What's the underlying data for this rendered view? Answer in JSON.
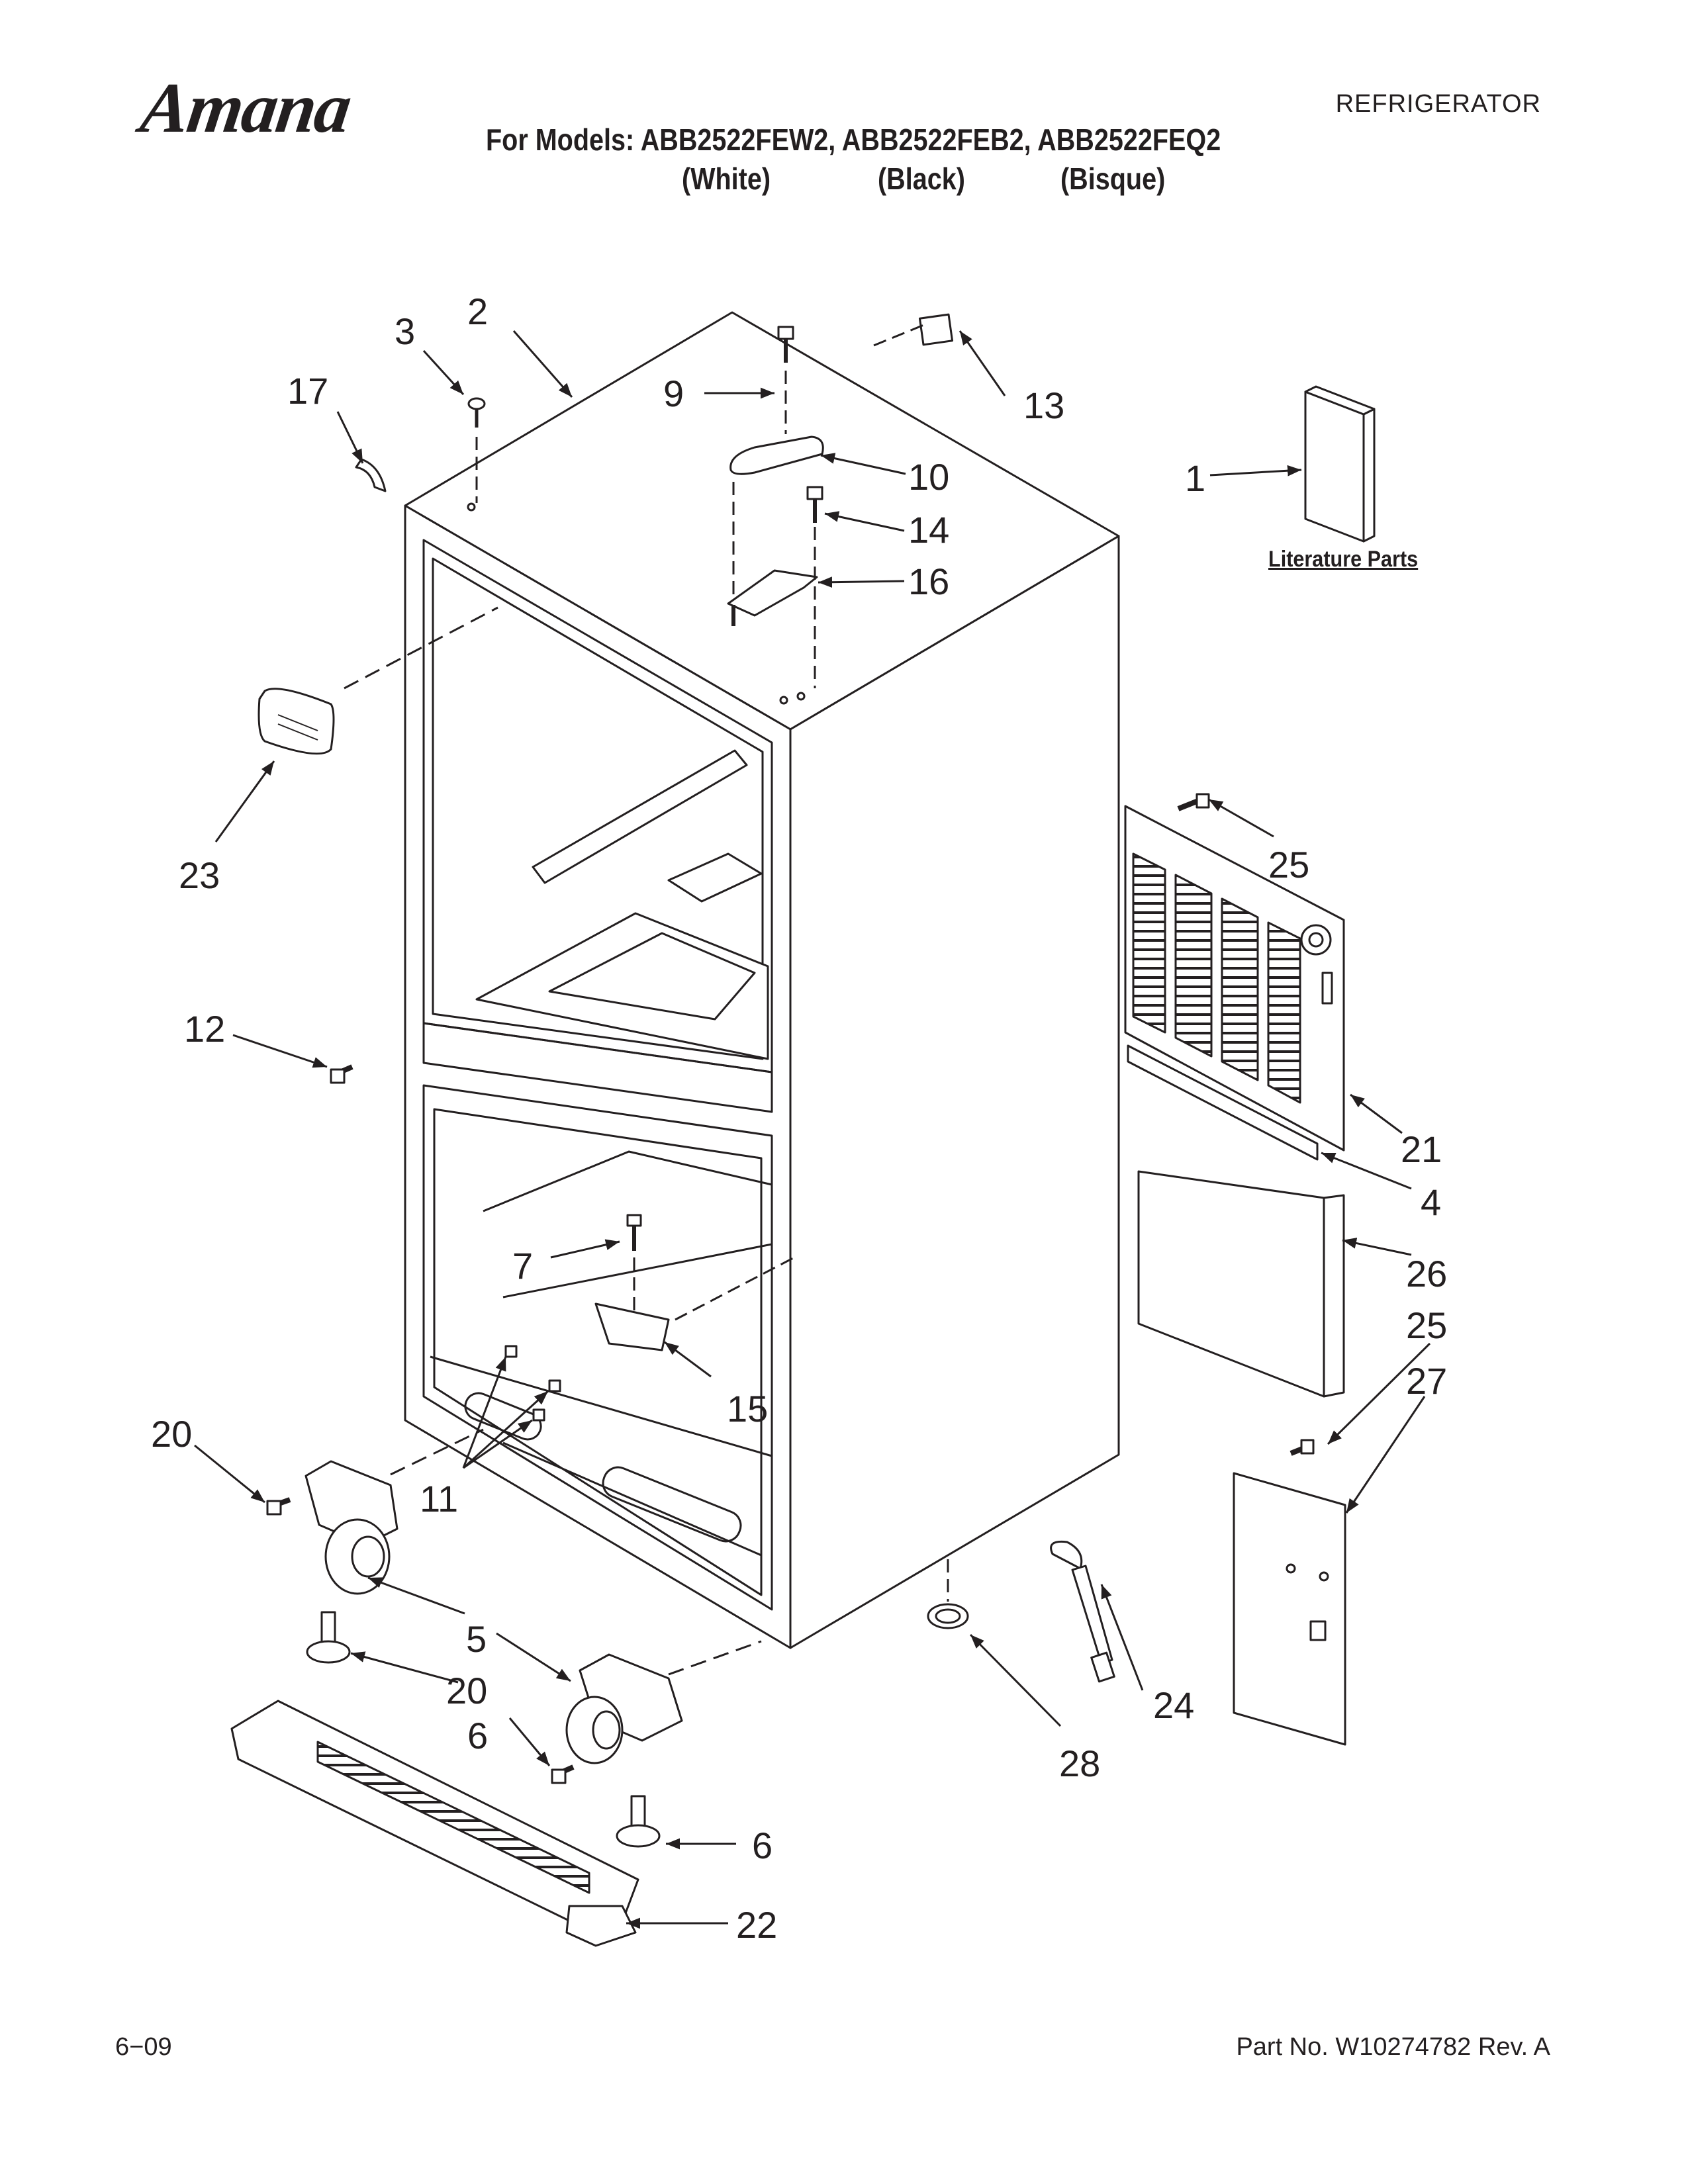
{
  "header": {
    "brand": "Amana",
    "models_line": "For Models: ABB2522FEW2, ABB2522FEB2, ABB2522FEQ2",
    "colors": [
      "(White)",
      "(Black)",
      "(Bisque)"
    ],
    "doc_type": "REFRIGERATOR"
  },
  "literature": {
    "label": "Literature Parts"
  },
  "callouts": {
    "c1": "1",
    "c2": "2",
    "c3": "3",
    "c4": "4",
    "c5": "5",
    "c6a": "6",
    "c6b": "6",
    "c7": "7",
    "c9": "9",
    "c10": "10",
    "c11": "11",
    "c12": "12",
    "c13": "13",
    "c14": "14",
    "c15": "15",
    "c16": "16",
    "c17": "17",
    "c20a": "20",
    "c20b": "20",
    "c21": "21",
    "c22": "22",
    "c23": "23",
    "c24": "24",
    "c25a": "25",
    "c25b": "25",
    "c26": "26",
    "c27": "27",
    "c28": "28"
  },
  "footer": {
    "date": "6−09",
    "part_no": "Part No. W10274782 Rev. A"
  }
}
